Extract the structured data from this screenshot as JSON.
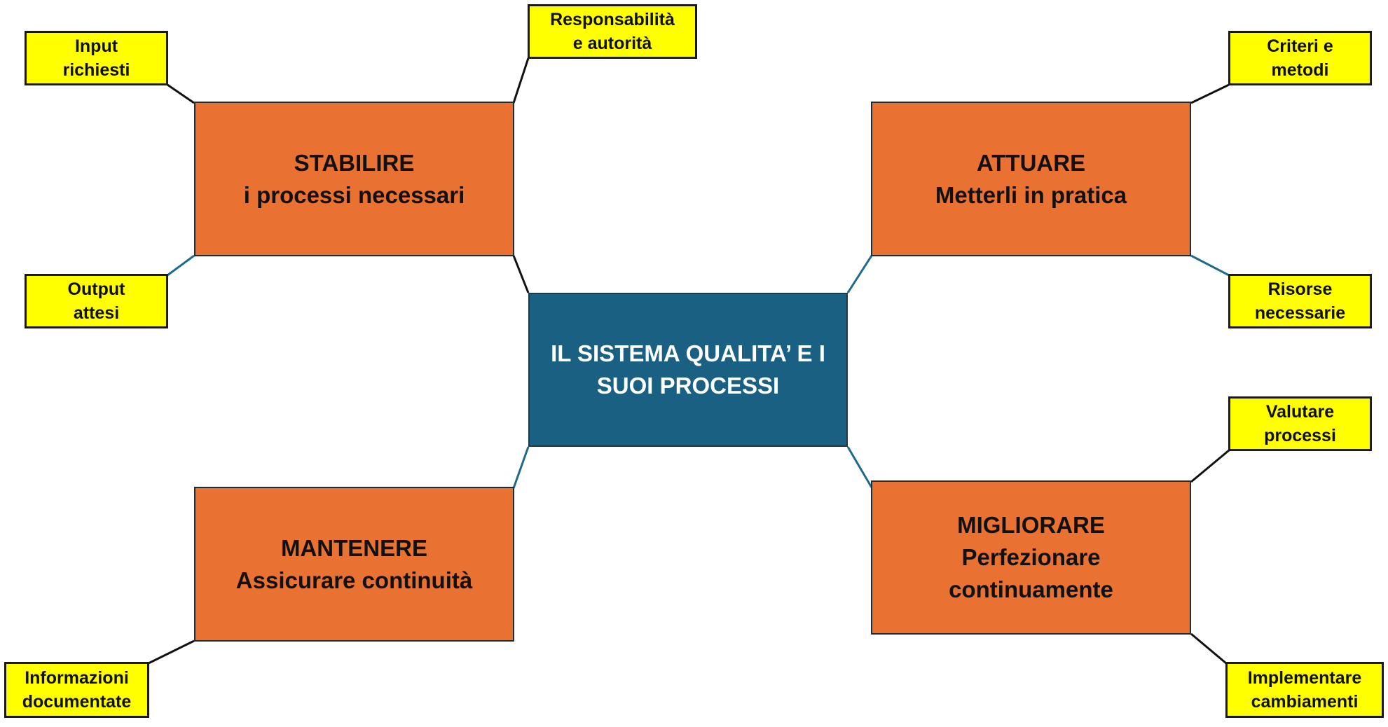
{
  "colors": {
    "center_fill": "#1a6082",
    "process_fill": "#e97132",
    "note_fill": "#ffff00",
    "line_dark": "#111111",
    "line_blue": "#1d6a8c"
  },
  "center": {
    "line1": "IL SISTEMA QUALITA’ E I",
    "line2": "SUOI PROCESSI"
  },
  "stabilire": {
    "line1": "STABILIRE",
    "line2": "i processi necessari"
  },
  "attuare": {
    "line1": "ATTUARE",
    "line2": "Metterli in pratica"
  },
  "mantenere": {
    "line1": "MANTENERE",
    "line2": "Assicurare continuità"
  },
  "migliorare": {
    "line1": "MIGLIORARE",
    "line2": "Perfezionare",
    "line3": "continuamente"
  },
  "notes": {
    "input": {
      "line1": "Input",
      "line2": "richiesti"
    },
    "responsabilita": {
      "line1": "Responsabilità",
      "line2": "e autorità"
    },
    "output": {
      "line1": "Output",
      "line2": "attesi"
    },
    "criteri": {
      "line1": "Criteri e",
      "line2": "metodi"
    },
    "risorse": {
      "line1": "Risorse",
      "line2": "necessarie"
    },
    "valutare": {
      "line1": "Valutare",
      "line2": "processi"
    },
    "informazioni": {
      "line1": "Informazioni",
      "line2": "documentate"
    },
    "implementare": {
      "line1": "Implementare",
      "line2": "cambiamenti"
    }
  }
}
